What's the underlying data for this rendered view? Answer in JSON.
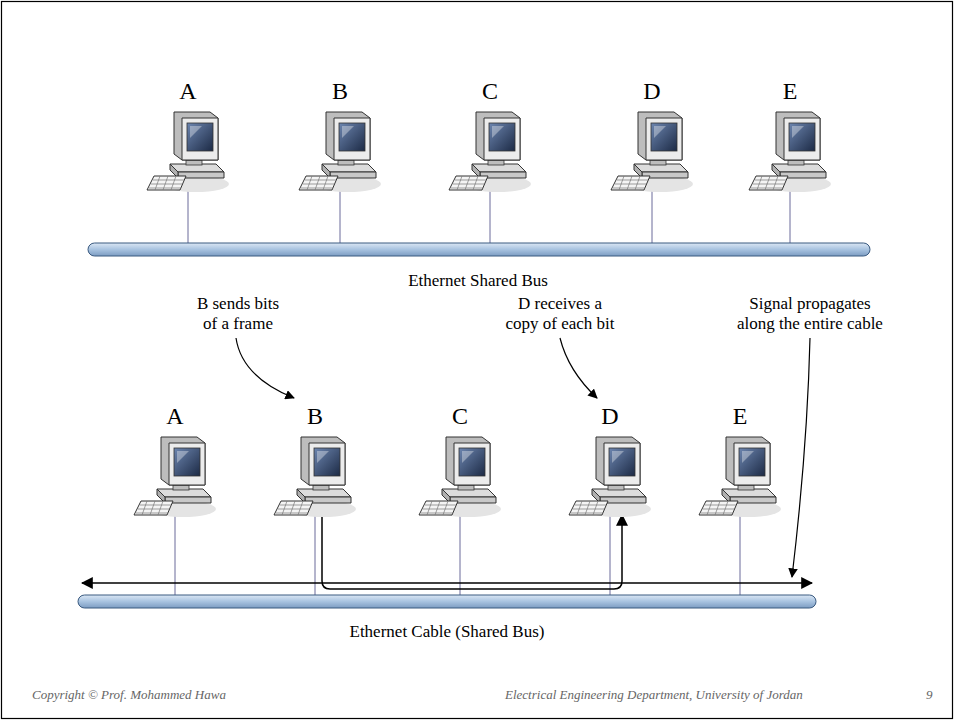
{
  "diagram": {
    "nodes": [
      {
        "text": [
          "A"
        ]
      },
      {
        "text": [
          "B"
        ]
      },
      {
        "text": [
          "C"
        ]
      },
      {
        "text": [
          "D"
        ]
      },
      {
        "text": [
          "E"
        ]
      },
      {
        "text": [
          "A"
        ]
      },
      {
        "text": [
          "B"
        ]
      },
      {
        "text": [
          "C"
        ]
      },
      {
        "text": [
          "D"
        ]
      },
      {
        "text": [
          "E"
        ]
      }
    ],
    "edges": [
      {
        "from": 6,
        "to": 8,
        "arrow": "to"
      }
    ],
    "labels": [
      "Ethernet Shared Bus",
      "B sends bits of a frame",
      "D receives a copy of each bit",
      "Signal propagates along the entire cable",
      "Ethernet Cable (Shared Bus)",
      "Copyright © Prof. Mohammed Hawa",
      "Electrical Engineering Department, University of Jordan",
      "9"
    ]
  }
}
